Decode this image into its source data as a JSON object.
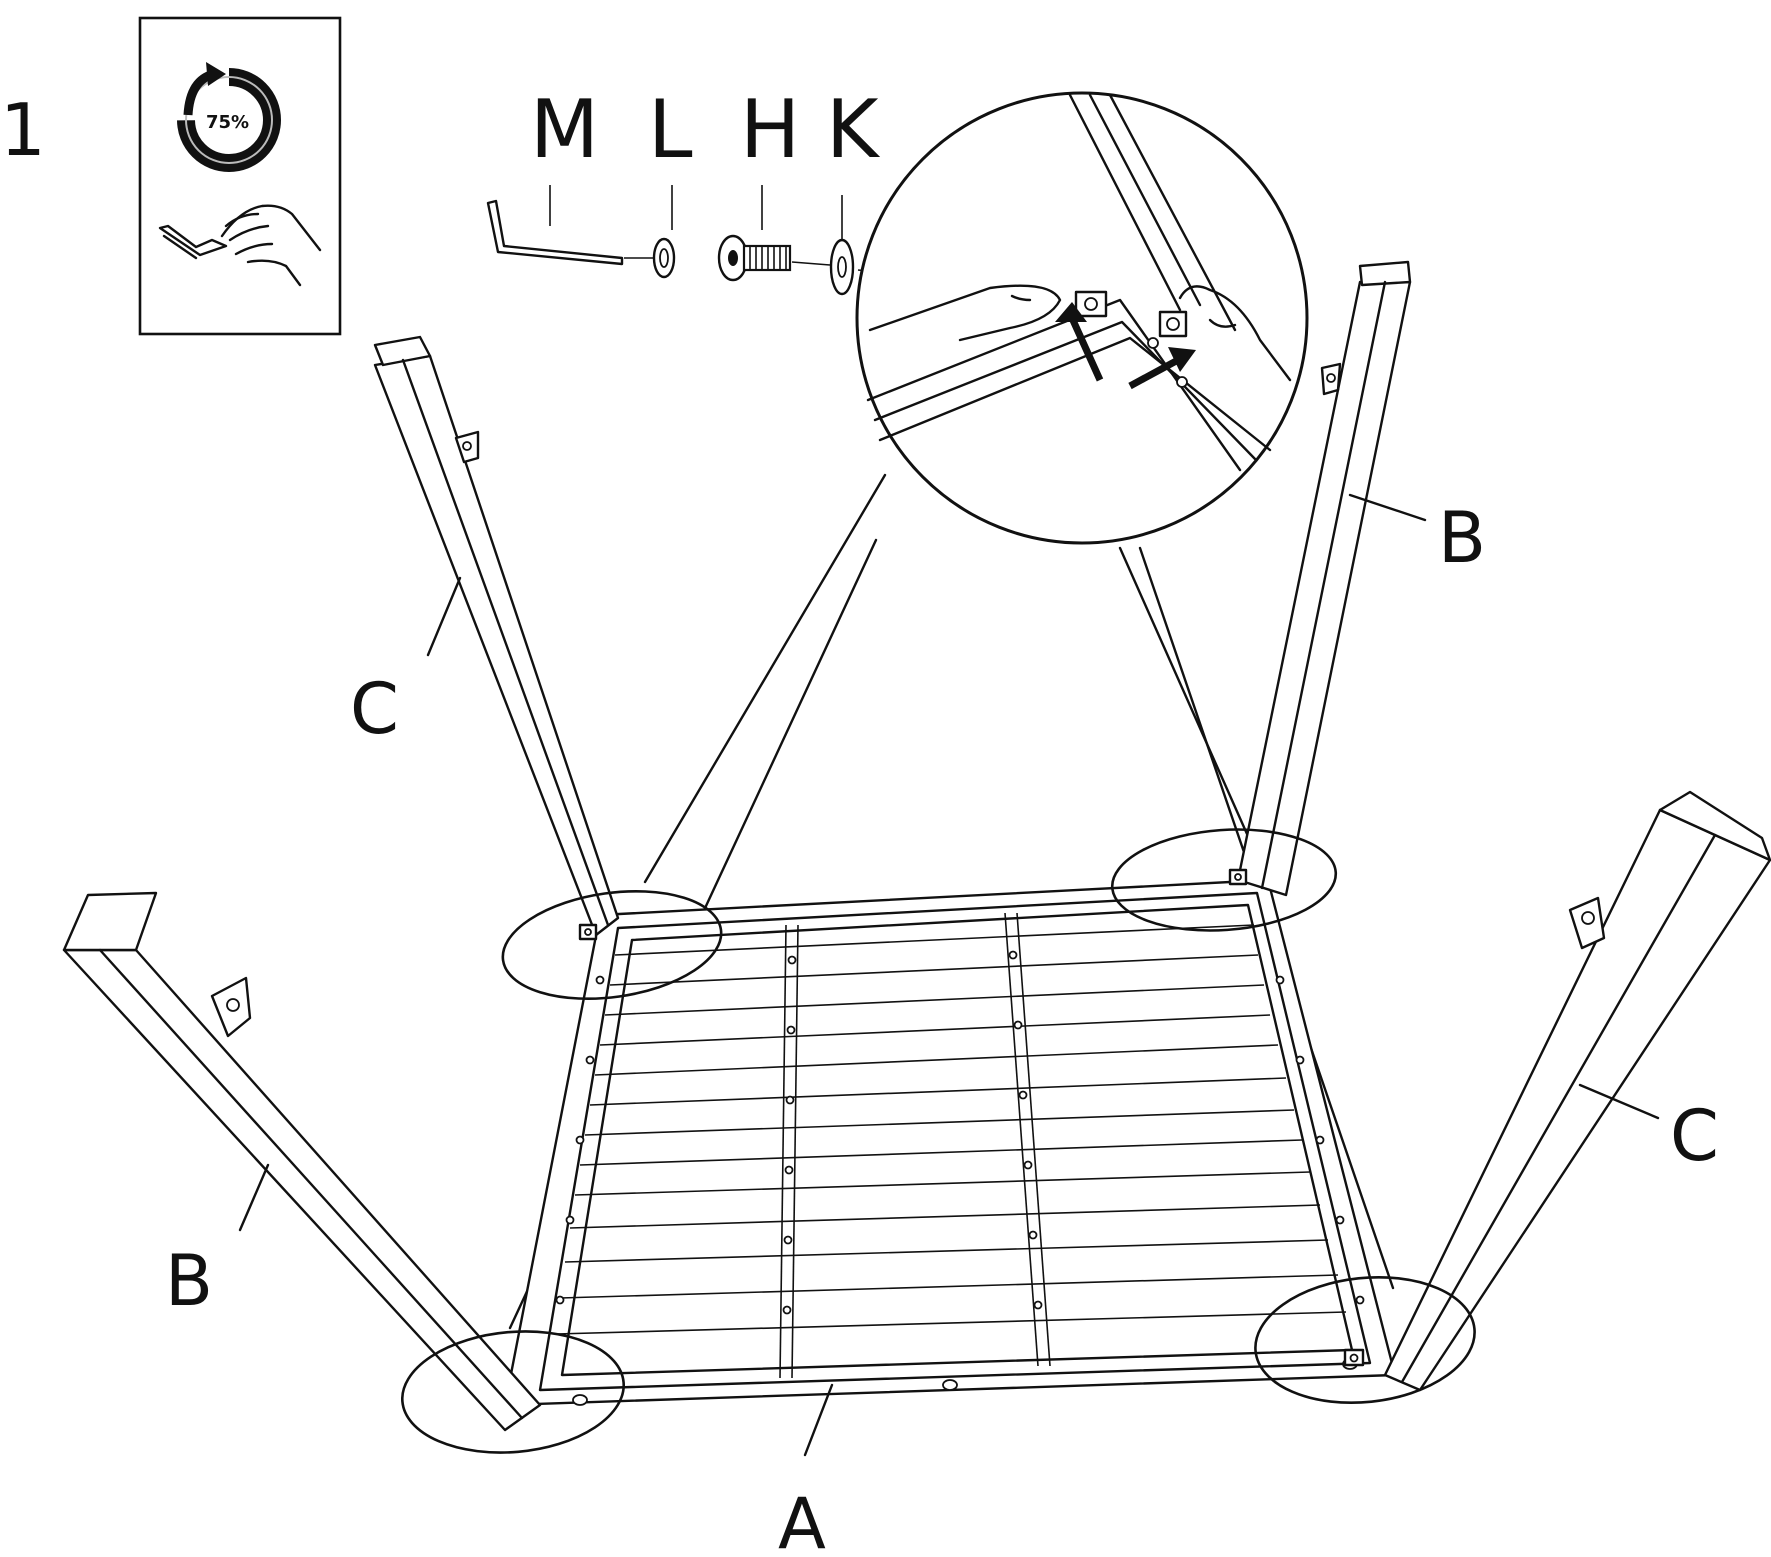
{
  "step": {
    "number": "1"
  },
  "icon": {
    "progress_text": "75%",
    "progress_fraction": 0.75,
    "tightness_icon": "partial-tighten-icon",
    "tool_icon": "hand-allen-key-icon"
  },
  "hardware": {
    "items": [
      {
        "id": "M",
        "label": "M",
        "icon": "allen-key-icon"
      },
      {
        "id": "L",
        "label": "L",
        "icon": "spring-washer-icon"
      },
      {
        "id": "H",
        "label": "H",
        "icon": "bolt-icon"
      },
      {
        "id": "K",
        "label": "K",
        "icon": "flat-washer-icon"
      }
    ]
  },
  "parts": {
    "leg_back_left": "C",
    "leg_back_right": "B",
    "leg_front_left": "B",
    "leg_front_right": "C",
    "frame": "A"
  }
}
